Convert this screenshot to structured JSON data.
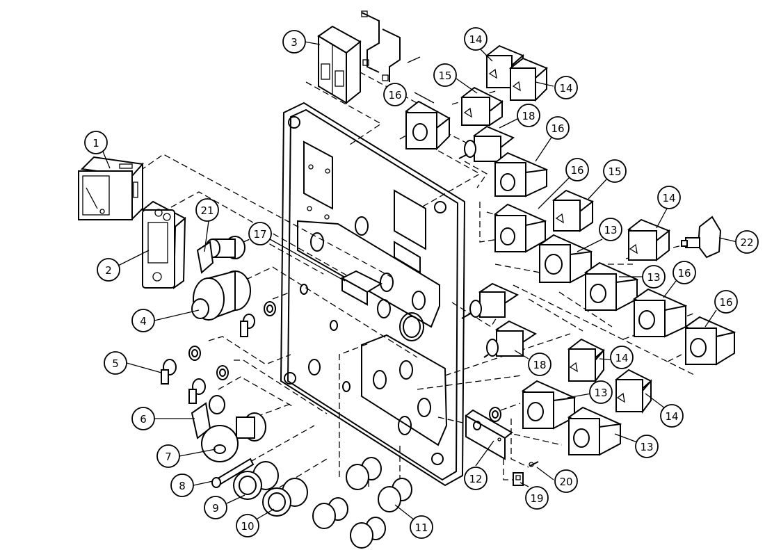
{
  "callouts": [
    {
      "id": "c1",
      "label": "1"
    },
    {
      "id": "c2",
      "label": "2"
    },
    {
      "id": "c3",
      "label": "3"
    },
    {
      "id": "c4",
      "label": "4"
    },
    {
      "id": "c5",
      "label": "5"
    },
    {
      "id": "c6",
      "label": "6"
    },
    {
      "id": "c7",
      "label": "7"
    },
    {
      "id": "c8",
      "label": "8"
    },
    {
      "id": "c9",
      "label": "9"
    },
    {
      "id": "c10",
      "label": "10"
    },
    {
      "id": "c11",
      "label": "11"
    },
    {
      "id": "c12",
      "label": "12"
    },
    {
      "id": "c13a",
      "label": "13"
    },
    {
      "id": "c13b",
      "label": "13"
    },
    {
      "id": "c13c",
      "label": "13"
    },
    {
      "id": "c13d",
      "label": "13"
    },
    {
      "id": "c14a",
      "label": "14"
    },
    {
      "id": "c14b",
      "label": "14"
    },
    {
      "id": "c14c",
      "label": "14"
    },
    {
      "id": "c14d",
      "label": "14"
    },
    {
      "id": "c14e",
      "label": "14"
    },
    {
      "id": "c15a",
      "label": "15"
    },
    {
      "id": "c15b",
      "label": "15"
    },
    {
      "id": "c16a",
      "label": "16"
    },
    {
      "id": "c16b",
      "label": "16"
    },
    {
      "id": "c16c",
      "label": "16"
    },
    {
      "id": "c16d",
      "label": "16"
    },
    {
      "id": "c16e",
      "label": "16"
    },
    {
      "id": "c17",
      "label": "17"
    },
    {
      "id": "c18a",
      "label": "18"
    },
    {
      "id": "c18b",
      "label": "18"
    },
    {
      "id": "c19",
      "label": "19"
    },
    {
      "id": "c20",
      "label": "20"
    },
    {
      "id": "c21",
      "label": "21"
    },
    {
      "id": "c22",
      "label": "22"
    }
  ]
}
